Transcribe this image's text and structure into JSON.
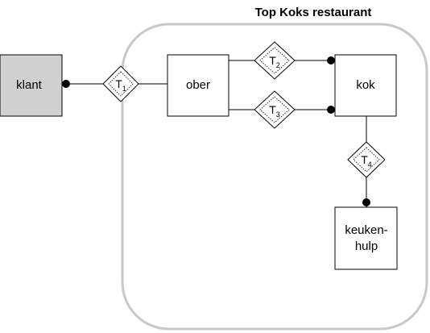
{
  "title": "Top Koks restaurant",
  "actors": {
    "klant": {
      "label": "klant",
      "fill": "#d0d0d0",
      "external": true
    },
    "ober": {
      "label": "ober",
      "fill": "#ffffff"
    },
    "kok": {
      "label": "kok",
      "fill": "#ffffff"
    },
    "keukenhulp": {
      "label_line1": "keuken-",
      "label_line2": "hulp",
      "fill": "#ffffff"
    }
  },
  "transactions": {
    "t1": {
      "letter": "T",
      "index": "1",
      "from": "klant",
      "to": "ober"
    },
    "t2": {
      "letter": "T",
      "index": "2",
      "from": "ober",
      "to": "kok"
    },
    "t3": {
      "letter": "T",
      "index": "3",
      "from": "ober",
      "to": "kok"
    },
    "t4": {
      "letter": "T",
      "index": "4",
      "from": "kok",
      "to": "keukenhulp"
    }
  },
  "colors": {
    "boundary": "#c8c8c8",
    "external_actor": "#d0d0d0",
    "line": "#000000"
  }
}
